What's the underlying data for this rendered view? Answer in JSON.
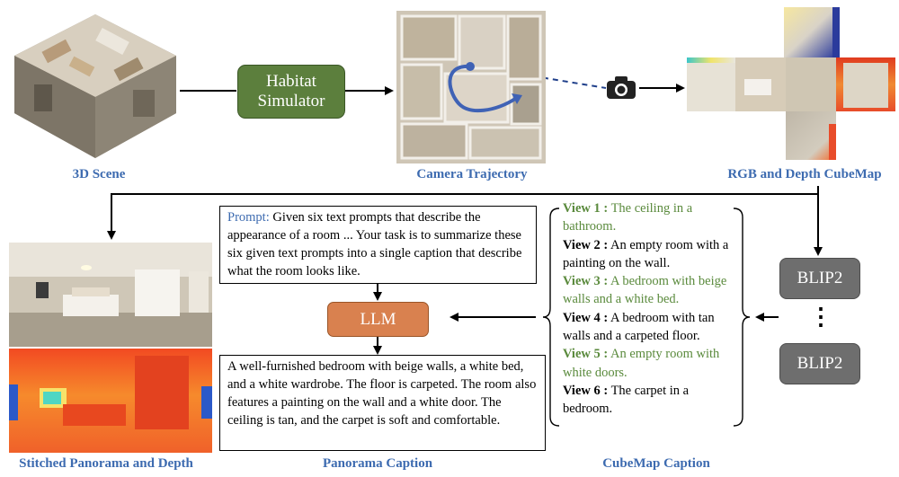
{
  "colors": {
    "caption_blue": "#3d6bb0",
    "habitat_green": "#5c7f3d",
    "llm_orange": "#d9814f",
    "blip_gray": "#6e6e6e",
    "view_green": "#5a8a3c"
  },
  "nodes": {
    "scene_caption": "3D Scene",
    "habitat": "Habitat Simulator",
    "trajectory_caption": "Camera Trajectory",
    "cubemap_caption": "RGB and Depth CubeMap",
    "panorama_caption": "Stitched Panorama and Depth",
    "llm": "LLM",
    "blip_top": "BLIP2",
    "blip_bottom": "BLIP2",
    "blip_dots": "⋮",
    "panorama_caption_label": "Panorama Caption",
    "cubemap_caption_label": "CubeMap Caption"
  },
  "prompt": {
    "head": "Prompt:",
    "text": " Given six text prompts that describe the appearance of a room ... Your task is to summarize these six given text prompts into a single caption that describe what the room looks like."
  },
  "output_caption": "A well-furnished bedroom with beige walls, a white bed, and a white wardrobe. The floor is carpeted. The room also features a painting on the wall and a white door. The ceiling is tan, and the carpet is soft and comfortable.",
  "views": [
    {
      "label": "View 1 :",
      "text": " The ceiling in a bathroom.",
      "green": true
    },
    {
      "label": "View 2 :",
      "text": " An empty room with a painting on the wall.",
      "green": false
    },
    {
      "label": "View 3 :",
      "text": " A bedroom with beige walls and a white bed.",
      "green": true
    },
    {
      "label": "View 4 :",
      "text": " A bedroom with tan walls and a carpeted floor.",
      "green": false
    },
    {
      "label": "View 5 :",
      "text": " An empty room with white doors.",
      "green": true
    },
    {
      "label": "View 6 :",
      "text": " The carpet in a bedroom.",
      "green": false
    }
  ],
  "icons": {
    "camera": "camera-icon"
  }
}
